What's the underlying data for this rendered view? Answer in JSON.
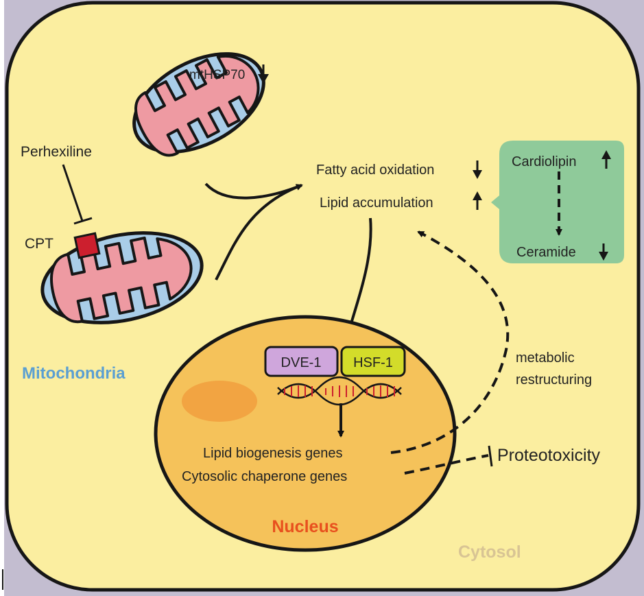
{
  "labels": {
    "mthsp70": "mtHSP70",
    "perhexiline": "Perhexiline",
    "cpt": "CPT",
    "mitochondria": "Mitochondria",
    "fatty_acid_oxidation": "Fatty acid oxidation",
    "lipid_accumulation": "Lipid accumulation",
    "cardiolipin": "Cardiolipin",
    "ceramide": "Ceramide",
    "dve1": "DVE-1",
    "hsf1": "HSF-1",
    "lipid_biogenesis_genes": "Lipid biogenesis genes",
    "cytosolic_chaperone_genes": "Cytosolic chaperone genes",
    "metabolic": "metabolic",
    "restructuring": "restructuring",
    "proteotoxicity": "Proteotoxicity",
    "nucleus": "Nucleus",
    "cytosol": "Cytosol"
  },
  "colors": {
    "cell_fill": "#fbeea0",
    "mito_outer": "#a9cde8",
    "mito_inner": "#ee9aa2",
    "nucleus": "#f5c25a",
    "lipid_panel": "#8fca9a",
    "dve1": "#cfa6dc",
    "hsf1": "#d3dc2a",
    "mitochondria_label": "#5a9fd2",
    "nucleus_label": "#e8501e",
    "cytosol_label": "#d8c494",
    "cpt": "#cc1f2e"
  }
}
